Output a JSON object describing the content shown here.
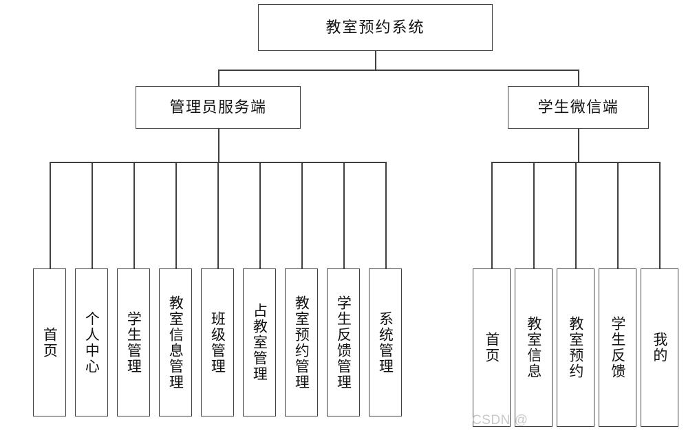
{
  "diagram": {
    "type": "tree",
    "title": "教室预约系统",
    "orientation": "top-down",
    "colors": {
      "box_border": "#3f3f3f",
      "box_fill": "#ffffff",
      "line": "#3f3f3f",
      "text": "#111111",
      "watermark": "#c9c9c9"
    },
    "root": {
      "label": "教室预约系统"
    },
    "branches": [
      {
        "id": "admin",
        "label": "管理员服务端",
        "children": [
          {
            "label": "首页"
          },
          {
            "label": "个人中心"
          },
          {
            "label": "学生管理"
          },
          {
            "label": "教室信息管理"
          },
          {
            "label": "班级管理"
          },
          {
            "label": "占教室管理"
          },
          {
            "label": "教室预约管理"
          },
          {
            "label": "学生反馈管理"
          },
          {
            "label": "系统管理"
          }
        ]
      },
      {
        "id": "student",
        "label": "学生微信端",
        "children": [
          {
            "label": "首页"
          },
          {
            "label": "教室信息"
          },
          {
            "label": "教室预约"
          },
          {
            "label": "学生反馈"
          },
          {
            "label": "我的"
          }
        ]
      }
    ]
  },
  "watermark": {
    "text": "CSDN @"
  }
}
